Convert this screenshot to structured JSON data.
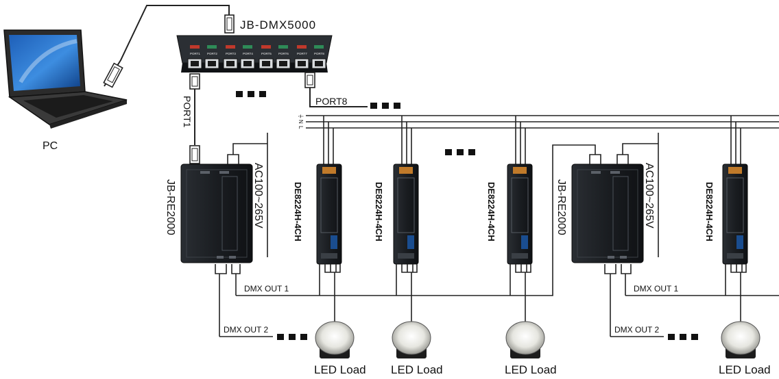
{
  "pc": {
    "label": "PC"
  },
  "splitter": {
    "name": "JB-DMX5000",
    "ports": [
      "PORT1",
      "PORT2",
      "PORT3",
      "PORT4",
      "PORT5",
      "PORT6",
      "PORT7",
      "PORT8"
    ],
    "link_left": "PORT1",
    "link_right": "PORT8"
  },
  "power": {
    "rail_labels": [
      "⏚",
      "N",
      "L"
    ]
  },
  "repeaters": [
    {
      "name": "JB-RE2000",
      "input": "AC100~265V",
      "out1": "DMX OUT 1",
      "out2": "DMX OUT 2"
    },
    {
      "name": "JB-RE2000",
      "input": "AC100~265V",
      "out1": "DMX OUT 1",
      "out2": "DMX OUT 2"
    }
  ],
  "decoders": [
    "DE8224H-4CH",
    "DE8224H-4CH",
    "DE8224H-4CH",
    "DE8224H-4CH"
  ],
  "loads": [
    "LED Load",
    "LED Load",
    "LED Load",
    "LED Load"
  ],
  "colors": {
    "device": "#16191d",
    "wire": "#222222",
    "terminal": "#c07a2a",
    "dmx_port": "#1a4d8f"
  }
}
